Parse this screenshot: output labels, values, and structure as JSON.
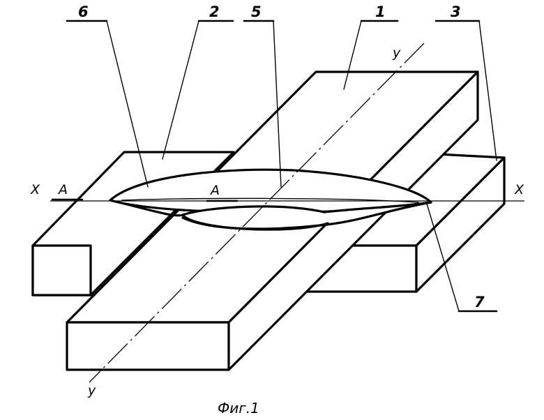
{
  "figure": {
    "caption": "Фиг.1",
    "callouts": [
      {
        "id": "c6",
        "text": "6"
      },
      {
        "id": "c2",
        "text": "2"
      },
      {
        "id": "c5",
        "text": "5"
      },
      {
        "id": "c1",
        "text": "1"
      },
      {
        "id": "c3",
        "text": "3"
      },
      {
        "id": "c7",
        "text": "7"
      }
    ],
    "axes": {
      "x_left": "X",
      "x_right": "X",
      "y_top": "y",
      "y_bottom": "y"
    },
    "section_marks": {
      "left": "A",
      "center": "A"
    }
  }
}
